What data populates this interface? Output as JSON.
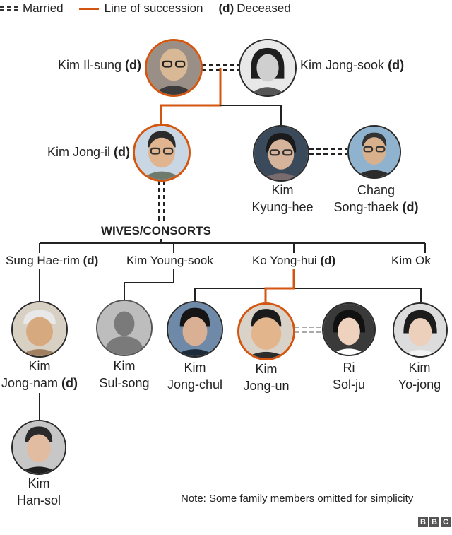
{
  "legend": {
    "married": "Married",
    "succession": "Line of succession",
    "deceased_marker": "(d)",
    "deceased": "Deceased"
  },
  "people": {
    "kim_il_sung": {
      "name": "Kim Il-sung",
      "d": "(d)"
    },
    "kim_jong_sook": {
      "name": "Kim Jong-sook",
      "d": "(d)"
    },
    "kim_jong_il": {
      "name": "Kim Jong-il",
      "d": "(d)"
    },
    "kim_kyung_hee": {
      "line1": "Kim",
      "line2": "Kyung-hee"
    },
    "chang_song_thaek": {
      "line1": "Chang",
      "line2": "Song-thaek",
      "d": "(d)"
    },
    "kim_jong_nam": {
      "line1": "Kim",
      "line2": "Jong-nam",
      "d": "(d)"
    },
    "kim_sul_song": {
      "line1": "Kim",
      "line2": "Sul-song"
    },
    "kim_jong_chul": {
      "line1": "Kim",
      "line2": "Jong-chul"
    },
    "kim_jong_un": {
      "line1": "Kim",
      "line2": "Jong-un"
    },
    "ri_sol_ju": {
      "line1": "Ri",
      "line2": "Sol-ju"
    },
    "kim_yo_jong": {
      "line1": "Kim",
      "line2": "Yo-jong"
    },
    "kim_han_sol": {
      "line1": "Kim",
      "line2": "Han-sol"
    }
  },
  "wives_title": "WIVES/CONSORTS",
  "wives": {
    "sung_hae_rim": {
      "name": "Sung Hae-rim",
      "d": "(d)"
    },
    "kim_young_sook": {
      "name": "Kim Young-sook"
    },
    "ko_yong_hui": {
      "name": "Ko Yong-hui",
      "d": "(d)"
    },
    "kim_ok": {
      "name": "Kim Ok"
    }
  },
  "note": "Note: Some family members omitted for simplicity",
  "logo": [
    "B",
    "B",
    "C"
  ],
  "colors": {
    "succession": "#d4550f",
    "line": "#222222"
  }
}
